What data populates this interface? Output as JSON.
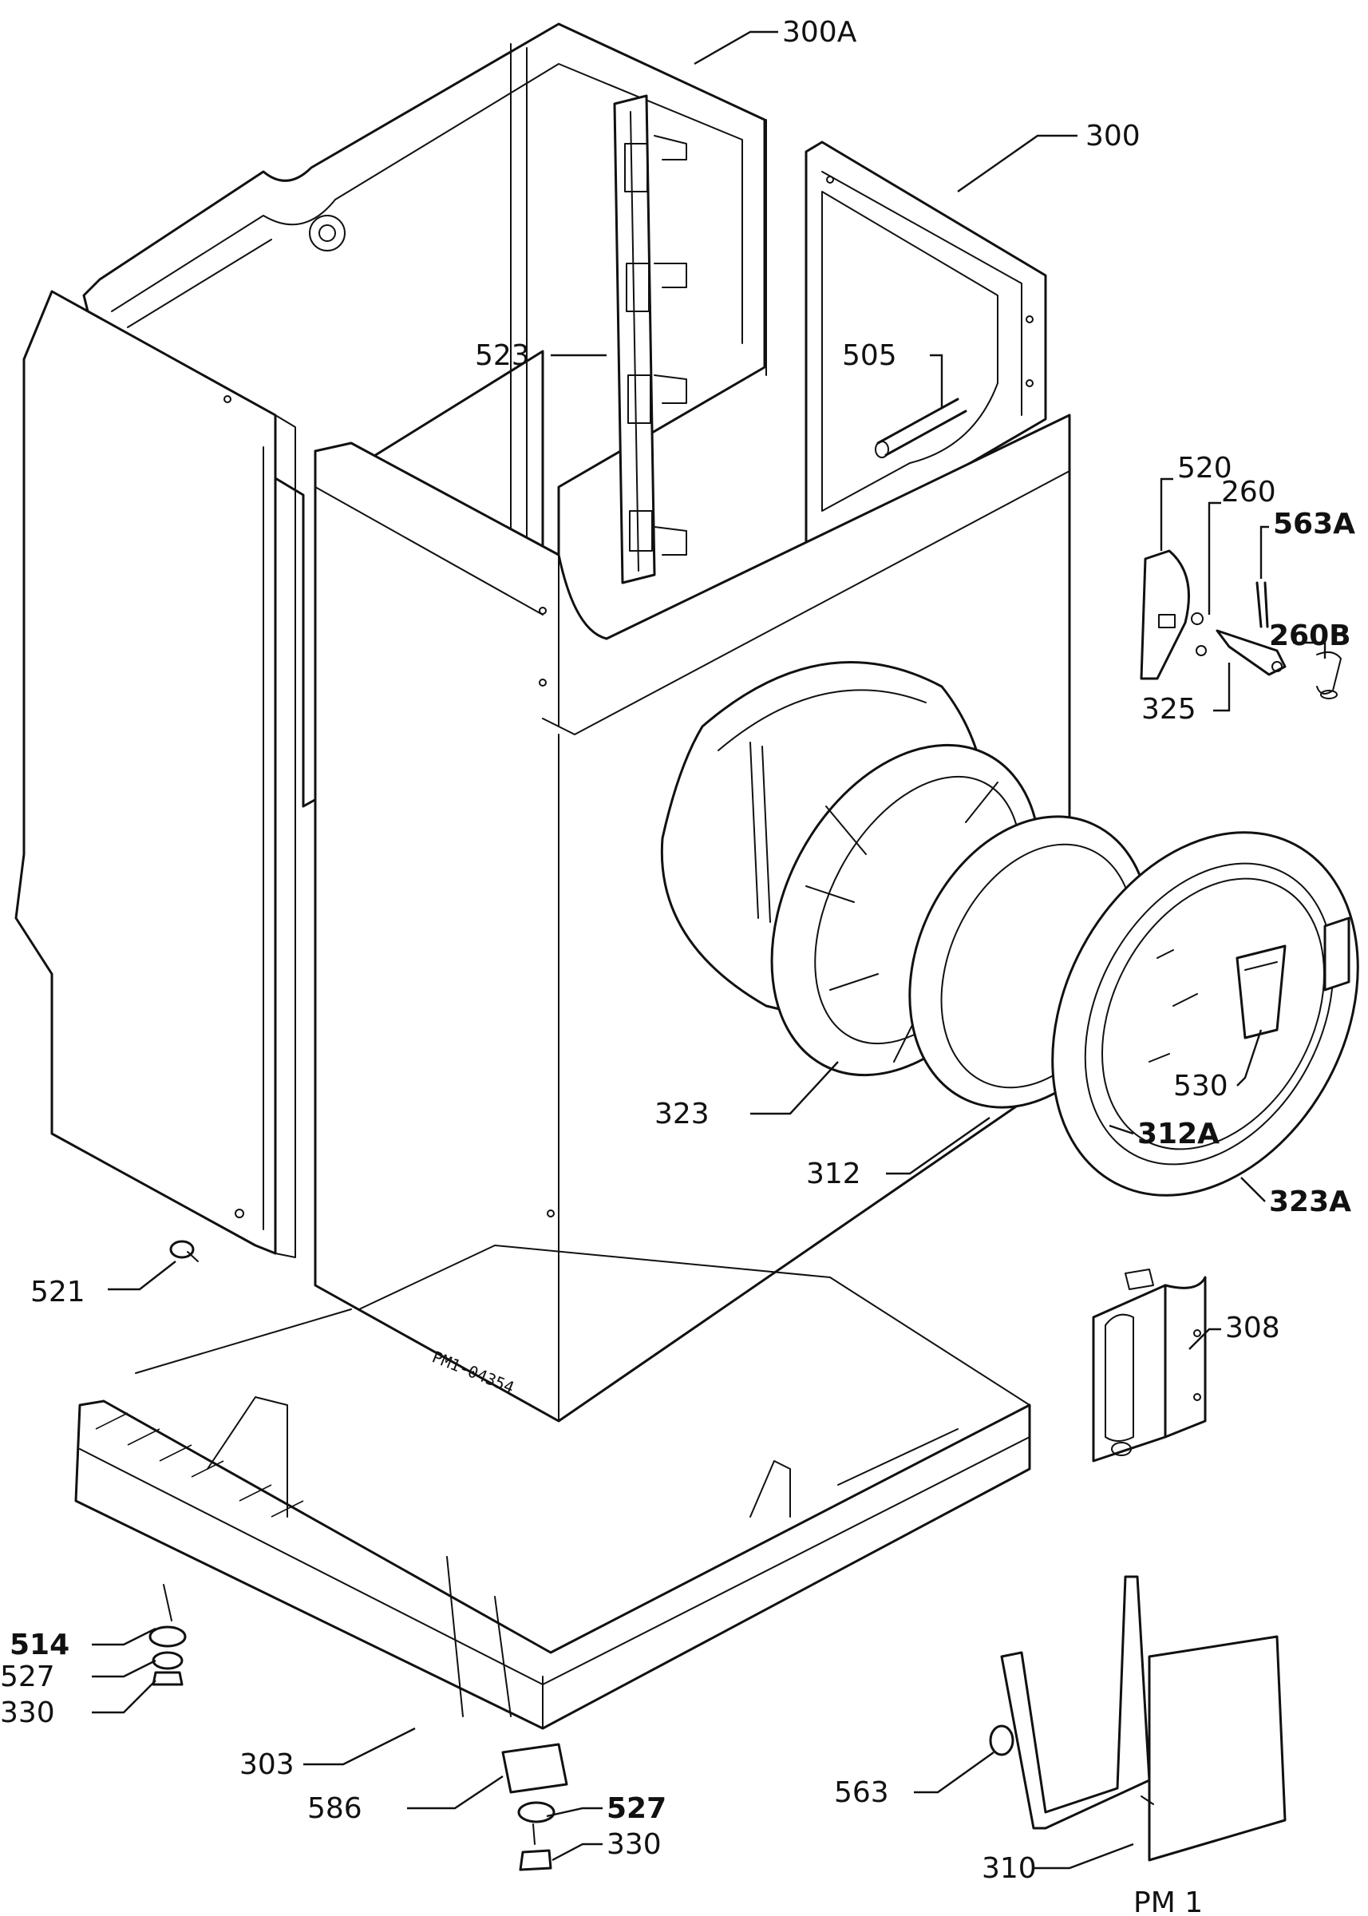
{
  "labels": {
    "l300A": "300A",
    "l300": "300",
    "l523": "523",
    "l505": "505",
    "l520": "520",
    "l260": "260",
    "l563A": "563A",
    "l260B": "260B",
    "l325": "325",
    "l323": "323",
    "l312": "312",
    "l530": "530",
    "l312A": "312A",
    "l323A": "323A",
    "l521": "521",
    "l308": "308",
    "l514": "514",
    "l527a": "527",
    "l330a": "330",
    "l303": "303",
    "l586": "586",
    "l527b": "527",
    "l330b": "330",
    "l563": "563",
    "l310": "310"
  },
  "stamp": "PM1-04354",
  "page_code": "PM 1"
}
